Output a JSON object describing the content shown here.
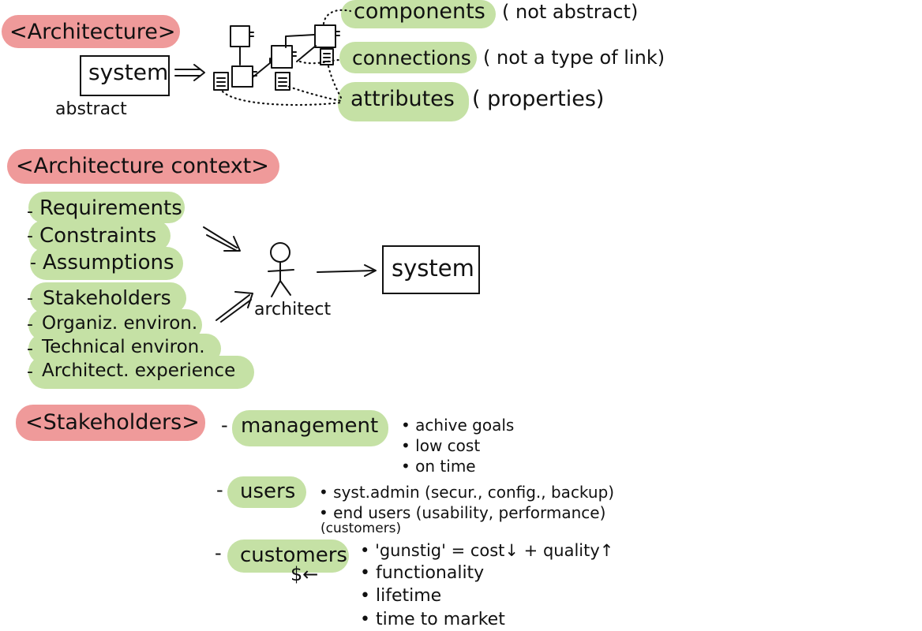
{
  "colors": {
    "heading_highlight": "#ef9a9a",
    "term_highlight": "#c5e1a5",
    "ink": "#111111",
    "background": "#ffffff"
  },
  "architecture": {
    "heading": "<Architecture>",
    "system_label": "system",
    "abstract_label": "abstract",
    "components": {
      "label": "components",
      "note": "( not abstract)"
    },
    "connections": {
      "label": "connections",
      "note": "( not a type of link)"
    },
    "attributes": {
      "label": "attributes",
      "note": "( properties)"
    }
  },
  "context": {
    "heading": "<Architecture context>",
    "items": [
      "Requirements",
      "Constraints",
      "Assumptions",
      "Stakeholders",
      "Organiz. environ.",
      "Technical environ.",
      "Architect. experience"
    ],
    "actor_label": "architect",
    "system_label": "system"
  },
  "stakeholders": {
    "heading": "<Stakeholders>",
    "groups": [
      {
        "label": "management",
        "bullets": [
          "achive goals",
          "low cost",
          "on time"
        ]
      },
      {
        "label": "users",
        "bullets": [
          "syst.admin (secur., config., backup)",
          "end users (usability, performance)"
        ],
        "note": "(customers)"
      },
      {
        "label": "customers",
        "symbol": "$←",
        "bullets": [
          "'gunstig' = cost↓ + quality↑",
          "functionality",
          "lifetime",
          "time to market"
        ]
      }
    ]
  }
}
